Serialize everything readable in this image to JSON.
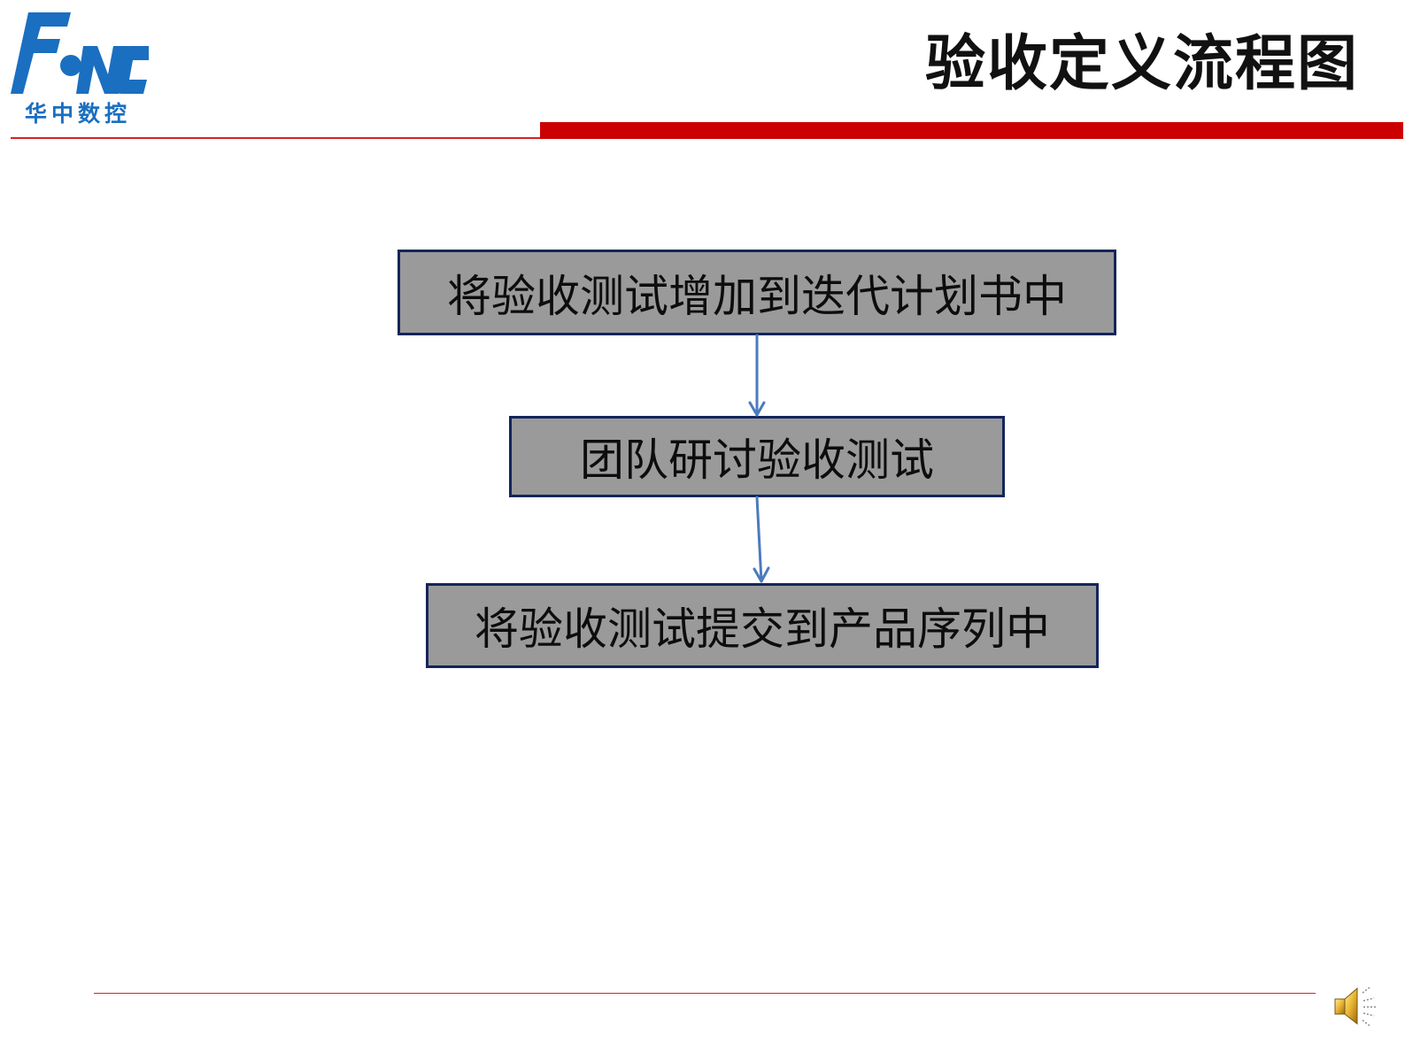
{
  "header": {
    "title": "验收定义流程图",
    "logo": {
      "caption": "华中数控",
      "icon": "hnc-logo-icon",
      "color": "#1a6fc0"
    },
    "rule_color": "#cc0000"
  },
  "flowchart": {
    "steps": [
      {
        "label": "将验收测试增加到迭代计划书中"
      },
      {
        "label": "团队研讨验收测试"
      },
      {
        "label": "将验收测试提交到产品序列中"
      }
    ],
    "box_fill": "#9a9a9a",
    "box_border": "#14255a",
    "connector_color": "#4a7bbf"
  },
  "footer": {
    "audio_icon": "speaker-icon"
  }
}
